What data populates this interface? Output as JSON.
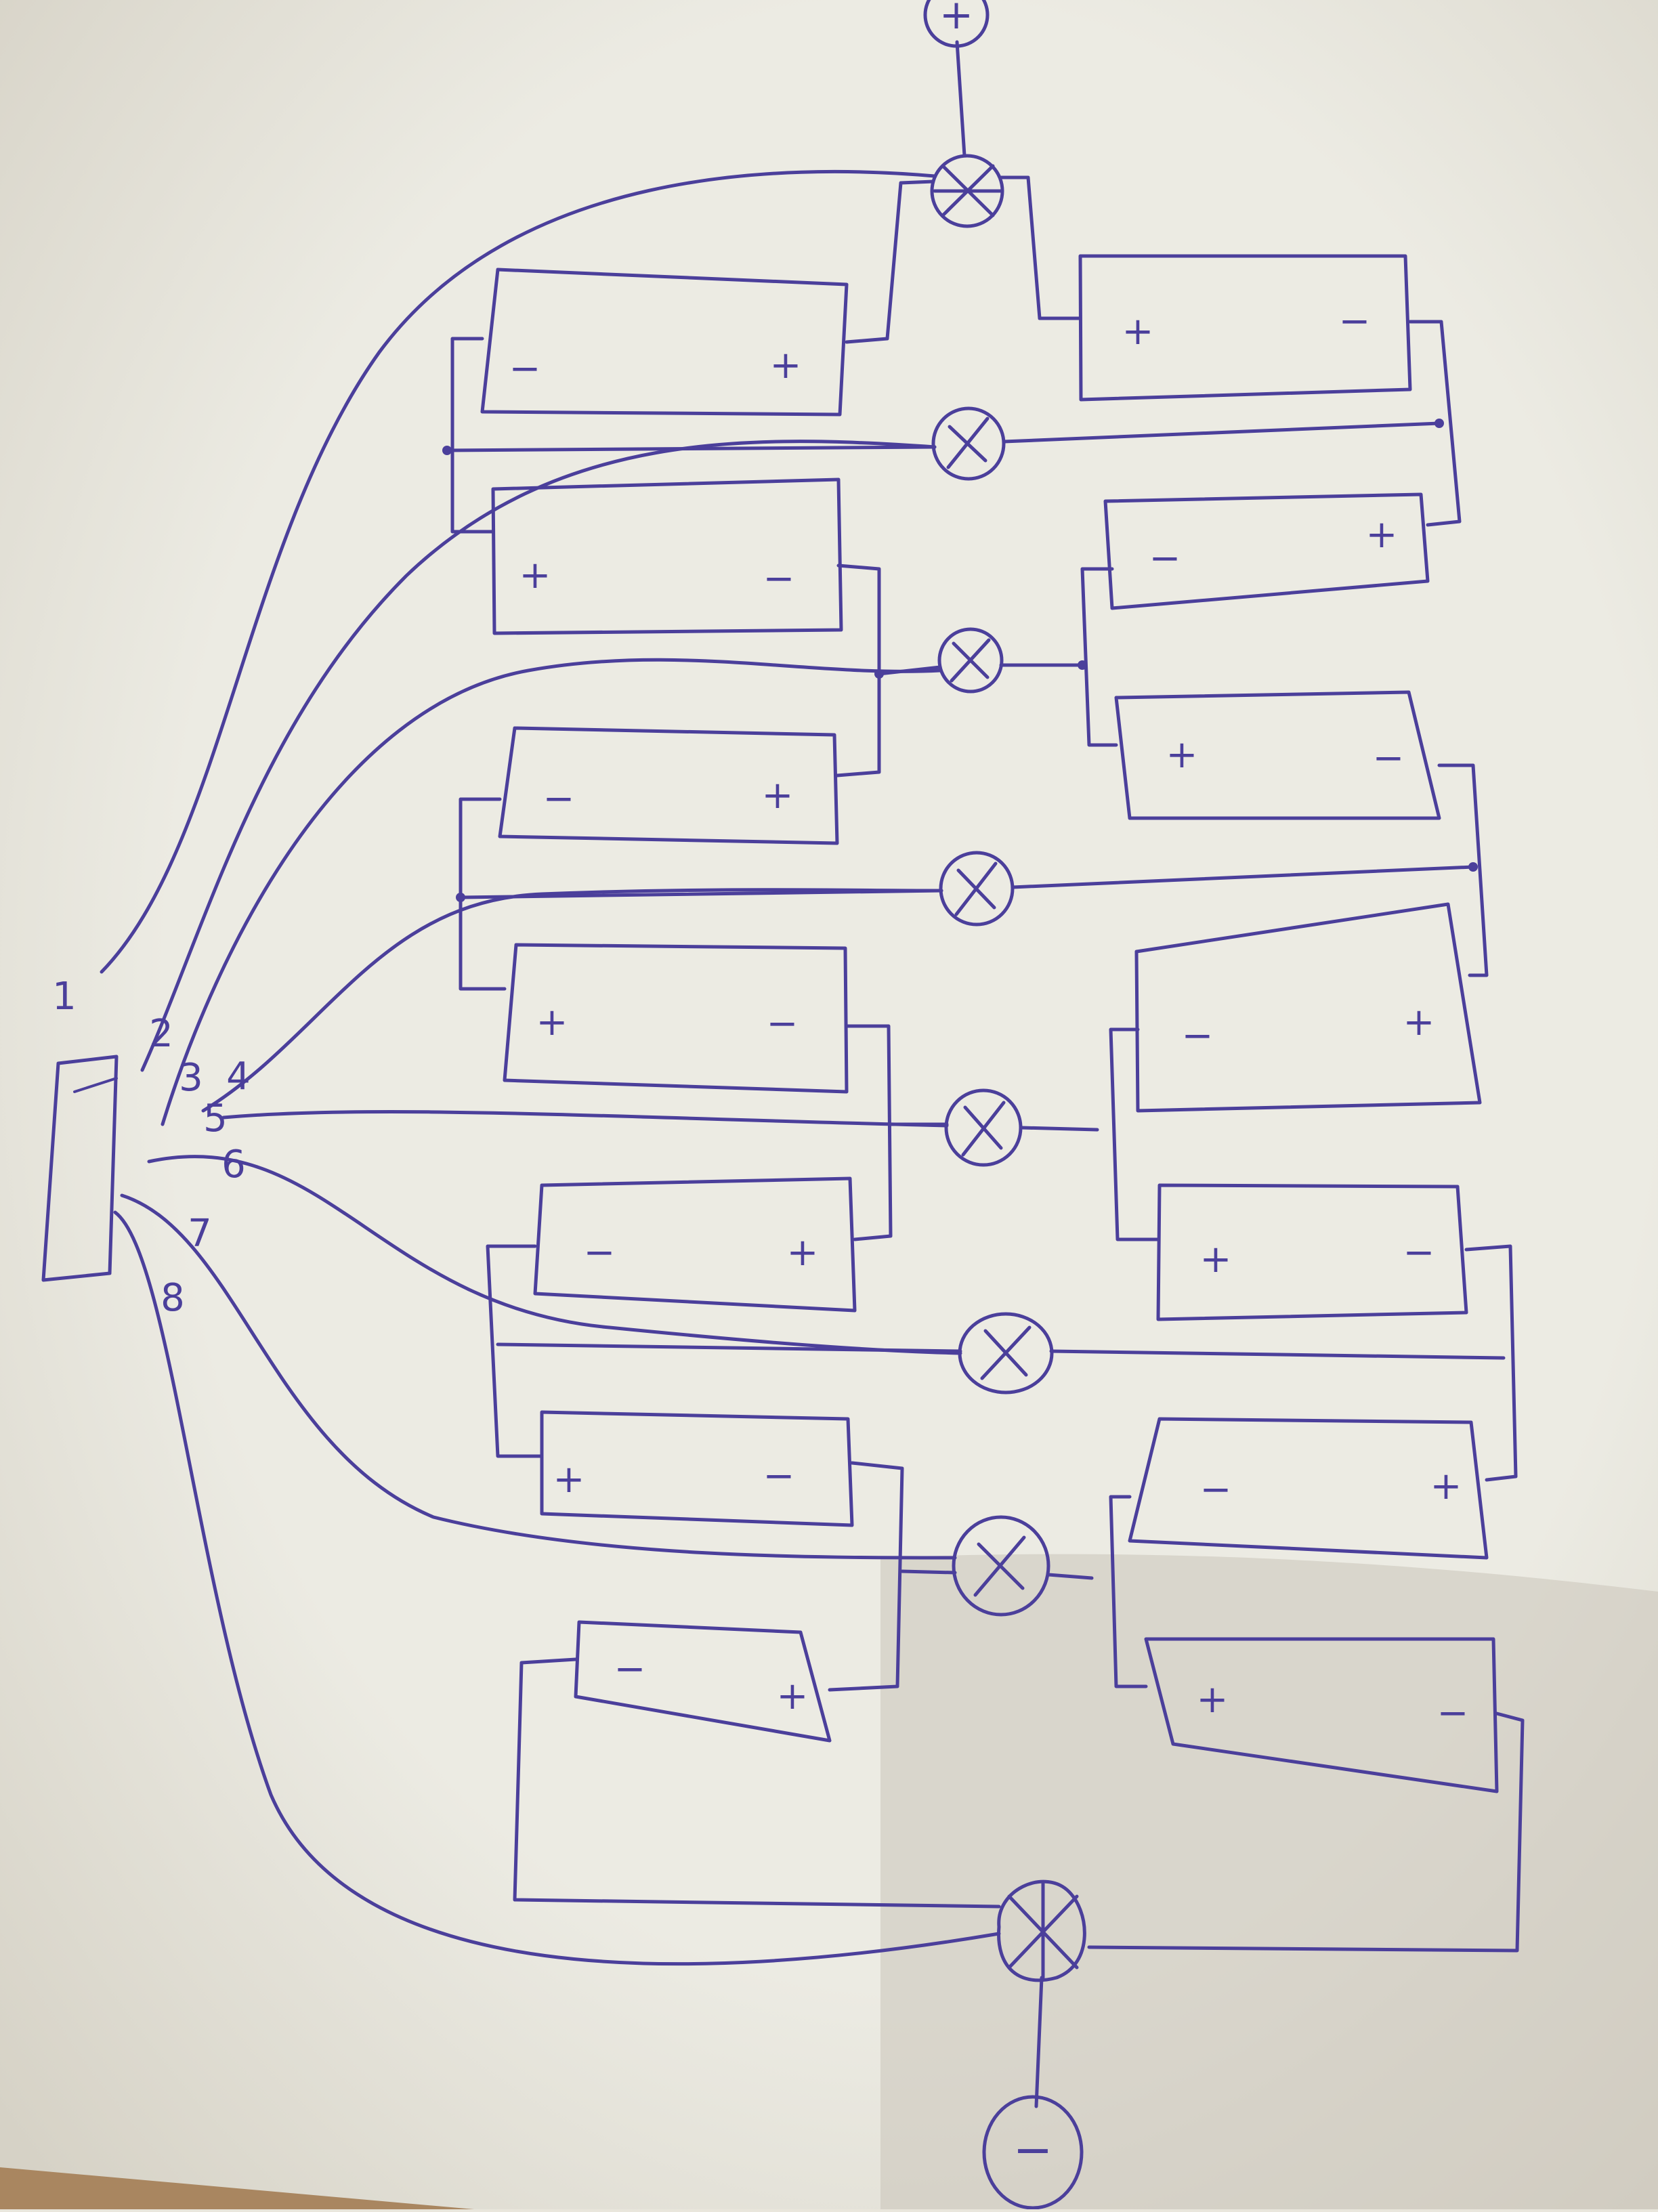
{
  "colors": {
    "paper": "#ebe8df",
    "shadow": "#cfcbc1",
    "ink": "#4a3f9a",
    "ink_light": "#8d86b8",
    "table": "#9a7a5a"
  },
  "terminals": {
    "positive": "+",
    "negative": "−"
  },
  "connector": {
    "pins": [
      "1",
      "2",
      "3",
      "4",
      "5",
      "6",
      "7",
      "8"
    ]
  },
  "cells": [
    {
      "left": "−",
      "right": "+"
    },
    {
      "left": "+",
      "right": "−"
    },
    {
      "left": "−",
      "right": "+"
    },
    {
      "left": "+",
      "right": "−"
    },
    {
      "left": "−",
      "right": "+"
    },
    {
      "left": "+",
      "right": "−"
    },
    {
      "left": "−",
      "right": "+"
    },
    {
      "left": "+",
      "right": "−"
    },
    {
      "left": "−",
      "right": "+"
    },
    {
      "left": "+",
      "right": "−"
    },
    {
      "left": "−",
      "right": "+"
    },
    {
      "left": "+",
      "right": "−"
    },
    {
      "left": "−",
      "right": "+"
    },
    {
      "left": "+",
      "right": "−"
    }
  ],
  "icons": {
    "fuse": "fuse-x-circle-icon",
    "main_fuse": "main-fuse-x-circle-icon"
  }
}
